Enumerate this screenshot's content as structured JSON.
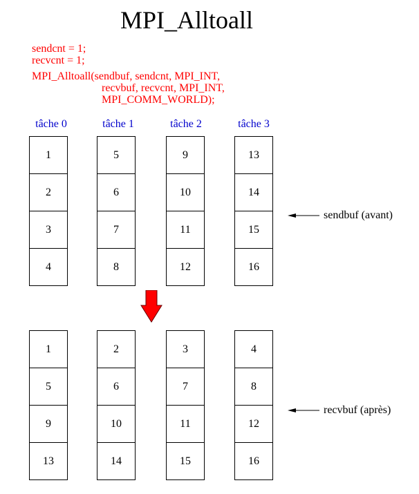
{
  "title": "MPI_Alltoall",
  "code": {
    "line1": "sendcnt = 1;",
    "line2": "recvcnt = 1;",
    "line3": "MPI_Alltoall(sendbuf, sendcnt, MPI_INT,",
    "line4": "recvbuf, recvcnt, MPI_INT,",
    "line5": "MPI_COMM_WORLD);"
  },
  "tasks": [
    "tâche 0",
    "tâche 1",
    "tâche 2",
    "tâche 3"
  ],
  "sendbuf": {
    "label": "sendbuf (avant)",
    "columns": [
      [
        "1",
        "2",
        "3",
        "4"
      ],
      [
        "5",
        "6",
        "7",
        "8"
      ],
      [
        "9",
        "10",
        "11",
        "12"
      ],
      [
        "13",
        "14",
        "15",
        "16"
      ]
    ]
  },
  "recvbuf": {
    "label": "recvbuf (après)",
    "columns": [
      [
        "1",
        "5",
        "9",
        "13"
      ],
      [
        "2",
        "6",
        "10",
        "14"
      ],
      [
        "3",
        "7",
        "11",
        "15"
      ],
      [
        "4",
        "8",
        "12",
        "16"
      ]
    ]
  },
  "colors": {
    "code": "#ff0000",
    "tasks": "#0000cc",
    "arrow": "#ff0000"
  }
}
